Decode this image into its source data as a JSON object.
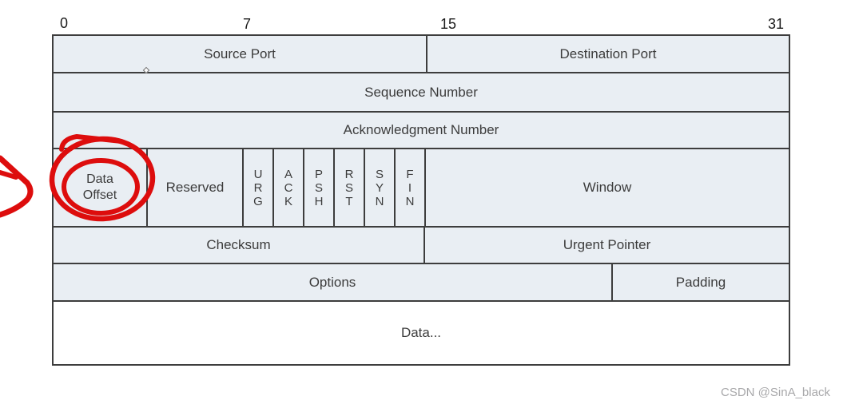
{
  "bit_scale": {
    "labels": [
      "0",
      "7",
      "15",
      "31"
    ]
  },
  "table": {
    "rows": [
      {
        "cells": [
          {
            "label": "Source Port"
          },
          {
            "label": "Destination Port"
          }
        ]
      },
      {
        "cells": [
          {
            "label": "Sequence Number"
          }
        ]
      },
      {
        "cells": [
          {
            "label": "Acknowledgment Number"
          }
        ]
      },
      {
        "cells": [
          {
            "label": "Data Offset"
          },
          {
            "label": "Reserved"
          },
          {
            "label": "URG"
          },
          {
            "label": "ACK"
          },
          {
            "label": "PSH"
          },
          {
            "label": "RST"
          },
          {
            "label": "SYN"
          },
          {
            "label": "FIN"
          },
          {
            "label": "Window"
          }
        ]
      },
      {
        "cells": [
          {
            "label": "Checksum"
          },
          {
            "label": "Urgent Pointer"
          }
        ]
      },
      {
        "cells": [
          {
            "label": "Options"
          },
          {
            "label": "Padding"
          }
        ]
      },
      {
        "cells": [
          {
            "label": "Data..."
          }
        ]
      }
    ]
  },
  "annotation": {
    "highlighted_field": "Data Offset",
    "color": "#dd0d0d"
  },
  "watermark": {
    "text": "CSDN @SinA_black"
  },
  "colors": {
    "cell_fill": "#e9eef3",
    "border": "#3d3d3d",
    "text": "#3c3c3c",
    "annotation_red": "#dd0d0d",
    "watermark_gray": "#a8a8aa"
  }
}
